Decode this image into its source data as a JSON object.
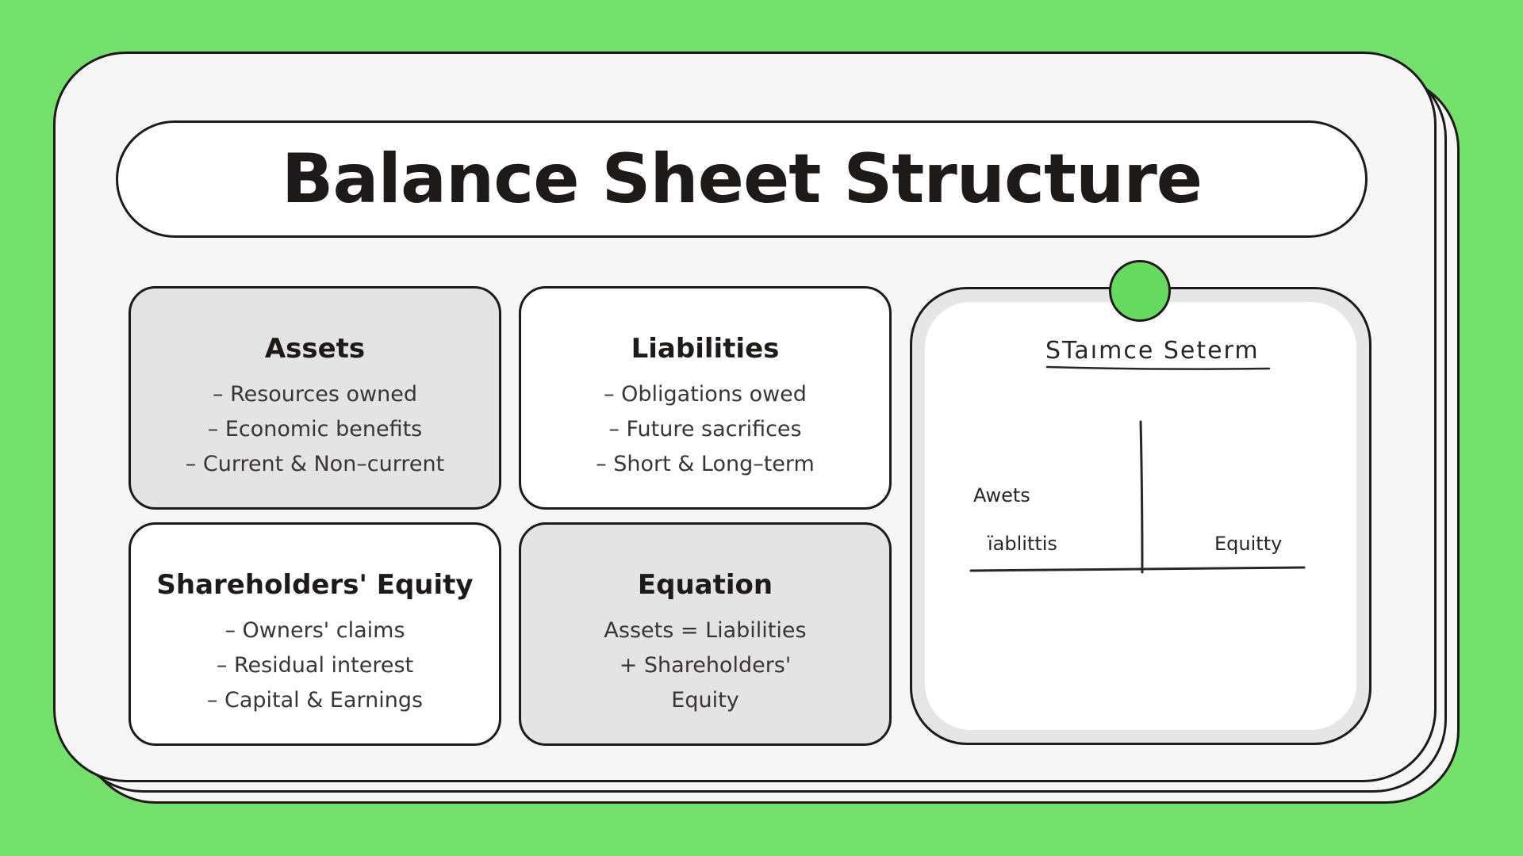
{
  "title": "Balance Sheet Structure",
  "cards": {
    "assets": {
      "heading": "Assets",
      "lines": [
        "– Resources owned",
        "– Economic benefits",
        "– Current & Non–current"
      ]
    },
    "liabilities": {
      "heading": "Liabilities",
      "lines": [
        "– Obligations owed",
        "– Future sacrifices",
        "– Short & Long–term"
      ]
    },
    "equity": {
      "heading": "Shareholders' Equity",
      "lines": [
        "– Owners' claims",
        "– Residual interest",
        "– Capital & Earnings"
      ]
    },
    "equation": {
      "heading": "Equation",
      "lines": [
        "Assets = Liabilities",
        "+ Shareholders'",
        "Equity"
      ]
    }
  },
  "sketch": {
    "heading": "STaımce  Seterm",
    "label_left_top": "Awets",
    "label_left_bottom": "ïablittis",
    "label_right": "Equitty"
  },
  "colors": {
    "background": "#74e06c",
    "pin": "#66d95f",
    "card_gray": "#e4e4e4",
    "outline": "#1f1a1a"
  }
}
